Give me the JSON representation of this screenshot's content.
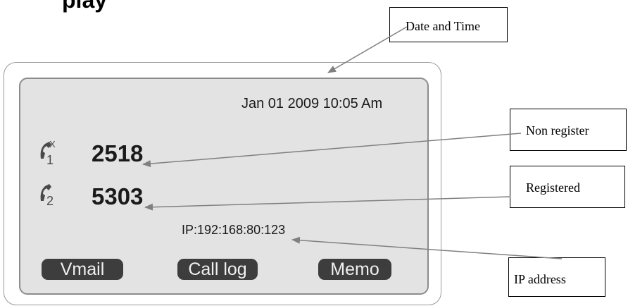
{
  "heading_fragment": "play",
  "screen": {
    "datetime": "Jan  01 2009 10:05 Am",
    "lines": [
      {
        "index": "1",
        "number": "2518",
        "status_mark": "X"
      },
      {
        "index": "2",
        "number": "5303"
      }
    ],
    "ip": "IP:192:168:80:123",
    "softkeys": [
      "Vmail",
      "Call log",
      "Memo"
    ]
  },
  "callouts": {
    "date_time": "Date and Time",
    "non_register": "Non register",
    "registered": "Registered",
    "ip_address": "IP address"
  },
  "icons": [
    "handset-icon",
    "arrow-icon"
  ],
  "colors": {
    "screen": "#e3e3e3",
    "softkey": "#3d3d3d",
    "arrow": "#808080"
  }
}
